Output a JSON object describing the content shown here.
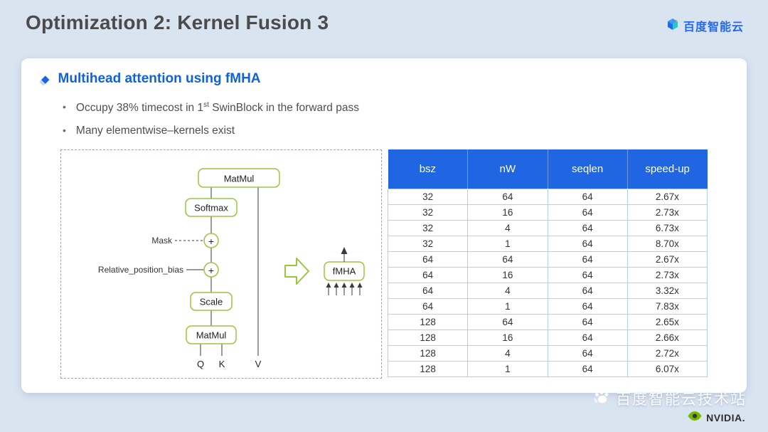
{
  "slide": {
    "title": "Optimization 2: Kernel Fusion 3",
    "brand_name": "百度智能云",
    "watermark": "百度智能云技术站",
    "nvidia": "NVIDIA."
  },
  "content": {
    "heading": "Multihead attention using fMHA",
    "bullet_marker": "•",
    "diamond": "◆",
    "bullet1_pre": "Occupy 38% timecost in 1",
    "bullet1_sup": "st",
    "bullet1_post": " SwinBlock in the forward pass",
    "bullet2": "Many elementwise–kernels exist"
  },
  "diagram": {
    "matmul_top": "MatMul",
    "softmax": "Softmax",
    "mask_label": "Mask",
    "plus": "+",
    "rpb_label": "Relative_position_bias",
    "scale": "Scale",
    "matmul_bottom": "MatMul",
    "q": "Q",
    "k": "K",
    "v": "V",
    "fmha": "fMHA"
  },
  "table": {
    "columns": [
      "bsz",
      "nW",
      "seqlen",
      "speed-up"
    ],
    "rows": [
      [
        "32",
        "64",
        "64",
        "2.67x"
      ],
      [
        "32",
        "16",
        "64",
        "2.73x"
      ],
      [
        "32",
        "4",
        "64",
        "6.73x"
      ],
      [
        "32",
        "1",
        "64",
        "8.70x"
      ],
      [
        "64",
        "64",
        "64",
        "2.67x"
      ],
      [
        "64",
        "16",
        "64",
        "2.73x"
      ],
      [
        "64",
        "4",
        "64",
        "3.32x"
      ],
      [
        "64",
        "1",
        "64",
        "7.83x"
      ],
      [
        "128",
        "64",
        "64",
        "2.65x"
      ],
      [
        "128",
        "16",
        "64",
        "2.66x"
      ],
      [
        "128",
        "4",
        "64",
        "2.72x"
      ],
      [
        "128",
        "1",
        "64",
        "6.07x"
      ]
    ]
  },
  "colors": {
    "background": "#d9e4f1",
    "accent_blue": "#1261d6",
    "table_header_blue": "#2066e2",
    "diagram_green": "#9bc53d",
    "nvidia_green": "#76b900"
  }
}
